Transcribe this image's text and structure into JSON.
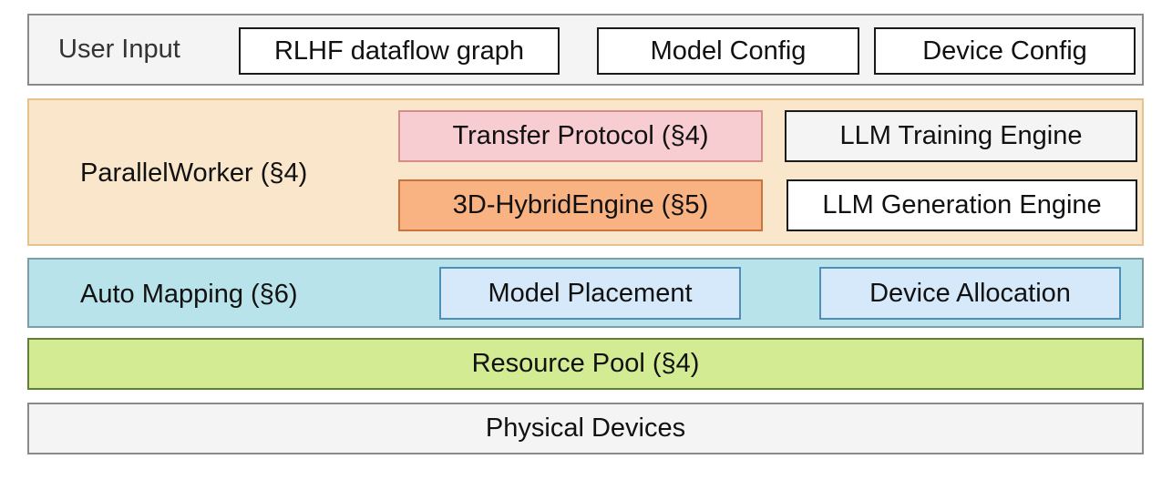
{
  "layers": {
    "user_input": {
      "label": "User Input",
      "items": [
        "RLHF dataflow graph",
        "Model Config",
        "Device Config"
      ]
    },
    "parallel_worker": {
      "label": "ParallelWorker (§4)",
      "transfer_protocol": "Transfer Protocol (§4)",
      "hybrid_engine": "3D-HybridEngine (§5)",
      "training_engine": "LLM Training Engine",
      "generation_engine": "LLM Generation Engine"
    },
    "auto_mapping": {
      "label": "Auto Mapping (§6)",
      "model_placement": "Model Placement",
      "device_allocation": "Device Allocation"
    },
    "resource_pool": {
      "label": "Resource Pool (§4)"
    },
    "physical_devices": {
      "label": "Physical Devices"
    }
  },
  "colors": {
    "user_input_bg": "#f4f4f4",
    "parallel_worker_bg": "#fae6ca",
    "transfer_protocol_bg": "#f7cdd1",
    "hybrid_engine_bg": "#f9b382",
    "auto_mapping_bg": "#b8e3ea",
    "mapping_box_bg": "#d6e9fa",
    "resource_pool_bg": "#d3eb93",
    "physical_devices_bg": "#f4f4f4"
  }
}
